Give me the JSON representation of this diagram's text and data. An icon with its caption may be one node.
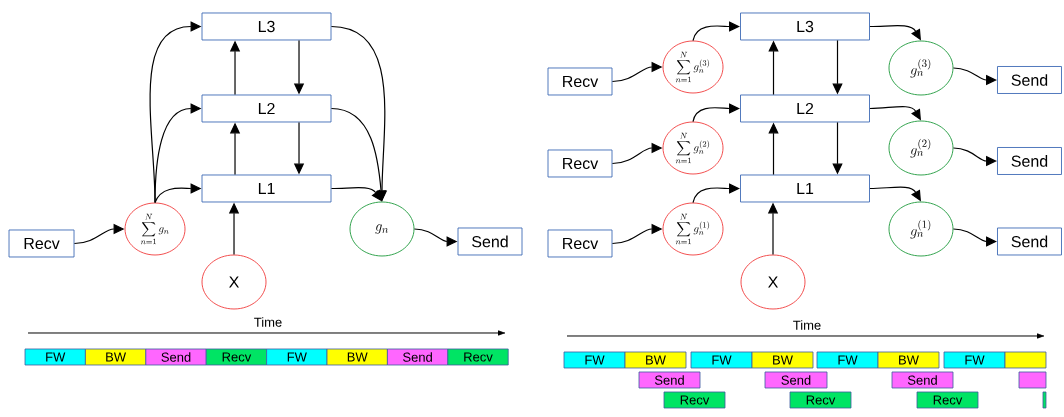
{
  "diagram": {
    "nodes": [
      {
        "text": [
          "L3"
        ]
      },
      {
        "text": [
          "L2"
        ]
      },
      {
        "text": [
          "L1"
        ]
      },
      {
        "text": [
          "Recv"
        ]
      },
      {
        "text": [
          "\\sum_{n=1}^{N} g_n"
        ]
      },
      {
        "text": [
          "g_n"
        ]
      },
      {
        "text": [
          "X"
        ]
      },
      {
        "text": [
          "Send"
        ]
      },
      {
        "text": [
          "L3"
        ]
      },
      {
        "text": [
          "L2"
        ]
      },
      {
        "text": [
          "L1"
        ]
      },
      {
        "text": [
          "Recv"
        ]
      },
      {
        "text": [
          "\\sum_{n=1}^{N} g_n^{(3)}"
        ]
      },
      {
        "text": [
          "Recv"
        ]
      },
      {
        "text": [
          "\\sum_{n=1}^{N} g_n^{(2)}"
        ]
      },
      {
        "text": [
          "Recv"
        ]
      },
      {
        "text": [
          "\\sum_{n=1}^{N} g_n^{(1)}"
        ]
      },
      {
        "text": [
          "X"
        ]
      },
      {
        "text": [
          "g_n^{(3)}"
        ]
      },
      {
        "text": [
          "g_n^{(2)}"
        ]
      },
      {
        "text": [
          "g_n^{(1)}"
        ]
      },
      {
        "text": [
          "Send"
        ]
      },
      {
        "text": [
          "Send"
        ]
      },
      {
        "text": [
          "Send"
        ]
      },
      {
        "text": [
          "FW"
        ]
      },
      {
        "text": [
          "BW"
        ]
      },
      {
        "text": [
          "Send"
        ]
      },
      {
        "text": [
          "Recv"
        ]
      },
      {
        "text": [
          "FW"
        ]
      },
      {
        "text": [
          "BW"
        ]
      },
      {
        "text": [
          "Send"
        ]
      },
      {
        "text": [
          "Recv"
        ]
      },
      {
        "text": [
          "FW"
        ]
      },
      {
        "text": [
          "BW"
        ]
      },
      {
        "text": [
          "FW"
        ]
      },
      {
        "text": [
          "BW"
        ]
      },
      {
        "text": [
          "FW"
        ]
      },
      {
        "text": [
          "BW"
        ]
      },
      {
        "text": [
          "FW"
        ]
      },
      {
        "text": [],
        "shape": "box"
      },
      {
        "text": [
          "Send"
        ]
      },
      {
        "text": [
          "Send"
        ]
      },
      {
        "text": [
          "Send"
        ]
      },
      {
        "text": [],
        "shape": "box"
      },
      {
        "text": [
          "Recv"
        ]
      },
      {
        "text": [
          "Recv"
        ]
      },
      {
        "text": [
          "Recv"
        ]
      },
      {
        "text": [],
        "shape": "box"
      }
    ],
    "edges": [
      {
        "from": 3,
        "to": 4,
        "arrow": "to"
      },
      {
        "from": 4,
        "to": 2,
        "arrow": "to"
      },
      {
        "from": 4,
        "to": 1,
        "arrow": "to"
      },
      {
        "from": 4,
        "to": 0,
        "arrow": "to"
      },
      {
        "from": 2,
        "to": 1,
        "arrow": "to"
      },
      {
        "from": 1,
        "to": 0,
        "arrow": "to"
      },
      {
        "from": 0,
        "to": 1,
        "arrow": "to"
      },
      {
        "from": 1,
        "to": 2,
        "arrow": "to"
      },
      {
        "from": 6,
        "to": 2,
        "arrow": "to"
      },
      {
        "from": 2,
        "to": 5,
        "arrow": "to"
      },
      {
        "from": 1,
        "to": 5,
        "arrow": "to"
      },
      {
        "from": 0,
        "to": 5,
        "arrow": "to"
      },
      {
        "from": 5,
        "to": 7,
        "arrow": "to"
      },
      {
        "from": 11,
        "to": 12,
        "arrow": "to"
      },
      {
        "from": 12,
        "to": 8,
        "arrow": "to"
      },
      {
        "from": 13,
        "to": 14,
        "arrow": "to"
      },
      {
        "from": 14,
        "to": 9,
        "arrow": "to"
      },
      {
        "from": 15,
        "to": 16,
        "arrow": "to"
      },
      {
        "from": 16,
        "to": 10,
        "arrow": "to"
      },
      {
        "from": 10,
        "to": 9,
        "arrow": "to"
      },
      {
        "from": 9,
        "to": 8,
        "arrow": "to"
      },
      {
        "from": 8,
        "to": 9,
        "arrow": "to"
      },
      {
        "from": 9,
        "to": 10,
        "arrow": "to"
      },
      {
        "from": 17,
        "to": 10,
        "arrow": "to"
      },
      {
        "from": 8,
        "to": 18,
        "arrow": "to"
      },
      {
        "from": 9,
        "to": 19,
        "arrow": "to"
      },
      {
        "from": 10,
        "to": 20,
        "arrow": "to"
      },
      {
        "from": 18,
        "to": 21,
        "arrow": "to"
      },
      {
        "from": 19,
        "to": 22,
        "arrow": "to"
      },
      {
        "from": 20,
        "to": 23,
        "arrow": "to"
      }
    ],
    "labels": [
      "Time",
      "Time"
    ]
  }
}
